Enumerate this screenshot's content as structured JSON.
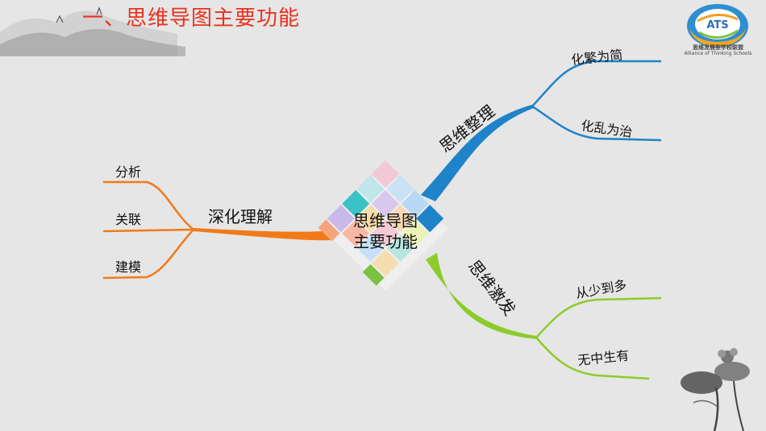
{
  "title": "一、思维导图主要功能",
  "logo": {
    "badge": "ATS",
    "caption_cn": "思维发展型学校联盟",
    "caption_en": "Alliance of Thinking Schools"
  },
  "center": {
    "line1": "思维导图",
    "line2": "主要功能"
  },
  "branches": {
    "deepen": {
      "label": "深化理解",
      "color": "#f07a1a",
      "leaves": [
        "分析",
        "关联",
        "建模"
      ]
    },
    "organize": {
      "label": "思维整理",
      "color": "#1e83c8",
      "leaves": [
        "化繁为简",
        "化乱为治"
      ]
    },
    "inspire": {
      "label": "思维激发",
      "color": "#8ccc2a",
      "leaves": [
        "从少到多",
        "无中生有"
      ]
    }
  }
}
